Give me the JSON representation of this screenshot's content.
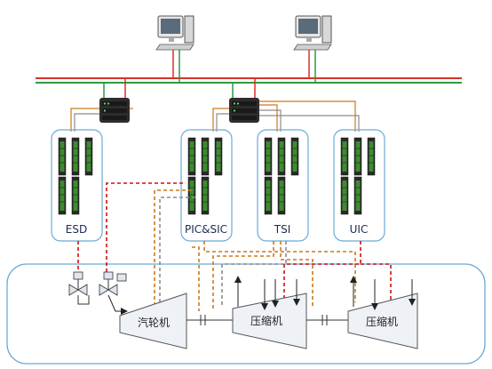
{
  "cabinets": [
    {
      "key": "esd",
      "label": "ESD"
    },
    {
      "key": "picsic",
      "label": "PIC&SIC"
    },
    {
      "key": "tsi",
      "label": "TSI"
    },
    {
      "key": "uic",
      "label": "UIC"
    }
  ],
  "machines": {
    "turbine": "汽轮机",
    "compressor_1": "压缩机",
    "compressor_2": "压缩机"
  },
  "colors": {
    "bus_red": "#d9302a",
    "bus_green": "#2e9a3e",
    "cabinet_border": "#6aaad8",
    "plant_border": "#6aaad8",
    "signal_red": "#cc1111",
    "signal_orange": "#c97a1c",
    "signal_gray": "#8c8c8c",
    "module_green": "#3c8c2e"
  },
  "icons": [
    "workstation-icon",
    "network-switch-icon",
    "io-module-icon",
    "valve-icon"
  ]
}
